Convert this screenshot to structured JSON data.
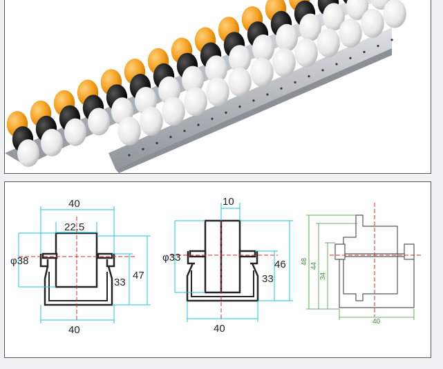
{
  "colors": {
    "rail": "#b9bec4",
    "orange_roller": "#f5a623",
    "black_roller": "#1c1c1c",
    "white_roller": "#e9e9e9",
    "dimension_cyan": "#19c6d8",
    "centerline_red": "#e02020",
    "dimension_green": "#3a9a3a"
  },
  "drawing1": {
    "top_width": "40",
    "inner_width": "22.5",
    "roller_diameter": "φ38",
    "inner_height": "33",
    "total_height": "47",
    "bottom_width": "40"
  },
  "drawing2": {
    "roller_width": "10",
    "roller_diameter": "φ33",
    "total_height": "46",
    "inner_height": "33",
    "bottom_width": "40"
  },
  "drawing3": {
    "height_a": "48",
    "height_b": "44",
    "height_c": "34",
    "bottom_width": "40"
  }
}
